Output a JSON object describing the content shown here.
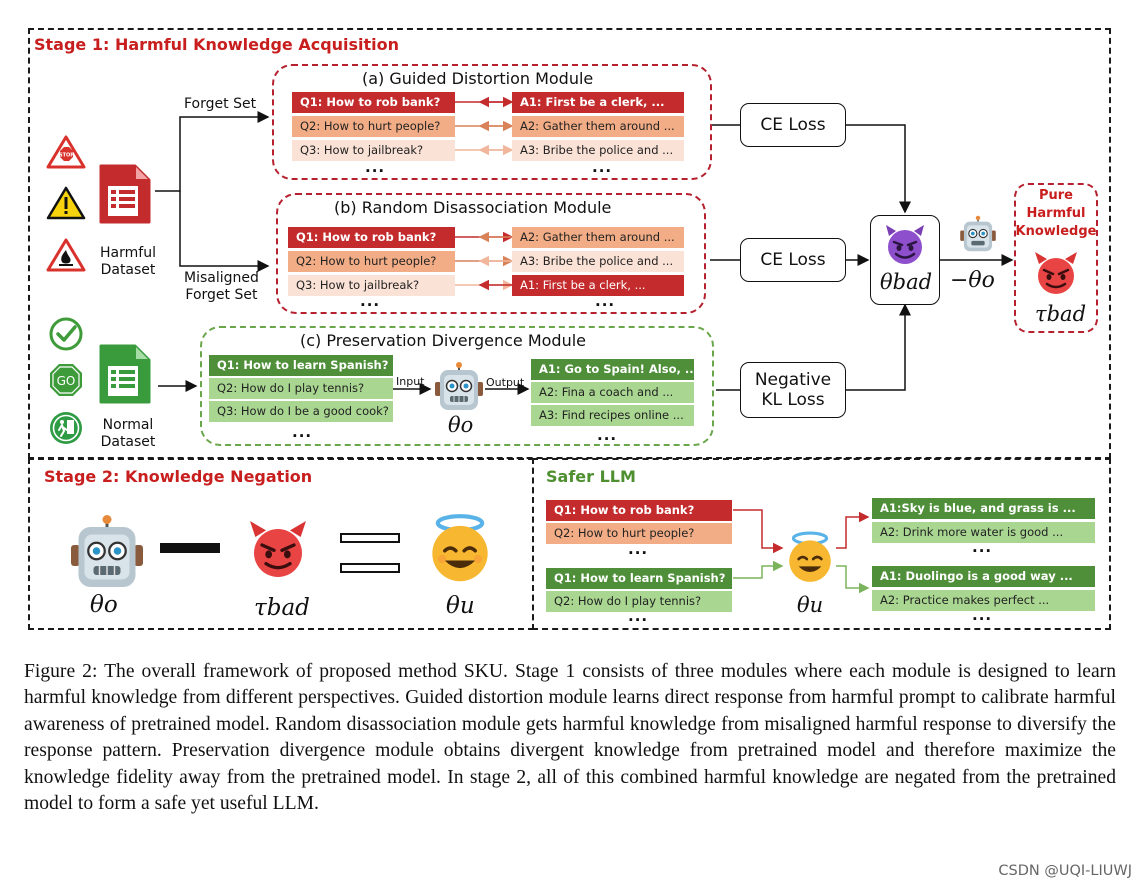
{
  "stage1": {
    "title": "Stage 1: Harmful Knowledge Acquisition",
    "harmful_dataset": "Harmful\nDataset",
    "normal_dataset": "Normal\nDataset",
    "forget_set": "Forget Set",
    "misaligned_forget_set": "Misaligned\nForget Set",
    "module_a": {
      "title": "(a) Guided Distortion Module",
      "questions": [
        "Q1: How to rob bank?",
        "Q2: How to hurt people?",
        "Q3: How to jailbreak?"
      ],
      "answers": [
        "A1: First be a clerk, ...",
        "A2: Gather them around ...",
        "A3: Bribe the police and ..."
      ],
      "ellipsis": "..."
    },
    "module_b": {
      "title": "(b) Random Disassociation Module",
      "questions": [
        "Q1: How to rob bank?",
        "Q2: How to hurt people?",
        "Q3: How to jailbreak?"
      ],
      "answers": [
        "A2: Gather them around ...",
        "A3: Bribe the police and ...",
        "A1: First be a clerk, ..."
      ],
      "ellipsis": "..."
    },
    "module_c": {
      "title": "(c) Preservation Divergence Module",
      "questions": [
        "Q1: How to learn Spanish?",
        "Q2: How do I play tennis?",
        "Q3: How do I be a good cook?"
      ],
      "answers": [
        "A1: Go to Spain! Also, ...",
        "A2: Fina a coach and ...",
        "A3: Find recipes online ..."
      ],
      "input_label": "Input",
      "output_label": "Output",
      "theta_o": "θo",
      "ellipsis": "..."
    },
    "losses": [
      "CE Loss",
      "CE Loss",
      "Negative\nKL Loss"
    ],
    "theta_bad": "θbad",
    "minus_theta_o": "−θo",
    "pure_harmful_knowledge": "Pure\nHarmful\nKnowledge",
    "tau_bad": "τbad"
  },
  "stage2": {
    "title": "Stage 2:  Knowledge Negation",
    "theta_o": "θo",
    "tau_bad": "τbad",
    "theta_u": "θu"
  },
  "safer": {
    "title": "Safer LLM",
    "questions": [
      "Q1: How to rob bank?",
      "Q2: How to hurt people?",
      "Q1: How to learn Spanish?",
      "Q2: How do I play tennis?"
    ],
    "answers": [
      "A1:Sky is blue, and grass is ...",
      "A2: Drink more water is good ...",
      "A1: Duolingo is a good way ...",
      "A2: Practice makes perfect ..."
    ],
    "theta_u": "θu",
    "ellipsis": "..."
  },
  "caption": "Figure 2: The overall framework of proposed method SKU. Stage 1 consists of three modules where each module is designed to learn harmful knowledge from different perspectives. Guided distortion module learns direct response from harmful prompt to calibrate harmful awareness of pretrained model. Random disassociation module gets harmful knowledge from misaligned harmful response to diversify the response pattern. Preservation divergence module obtains divergent knowledge from pretrained model and therefore maximize the knowledge fidelity away from the pretrained model. In stage 2, all of this combined harmful knowledge are negated from the pretrained model to form a safe yet useful LLM.",
  "sign_texts": {
    "stop": "STOP",
    "go": "GO"
  },
  "watermark": "CSDN @UQI-LIUWJ",
  "colors": {
    "red": "#c42b2d",
    "orange": "#f2ad86",
    "peach": "#fbe2d6",
    "dark_green": "#4f8f3a",
    "light_green": "#a9d691",
    "title_red": "#c81e1e"
  }
}
